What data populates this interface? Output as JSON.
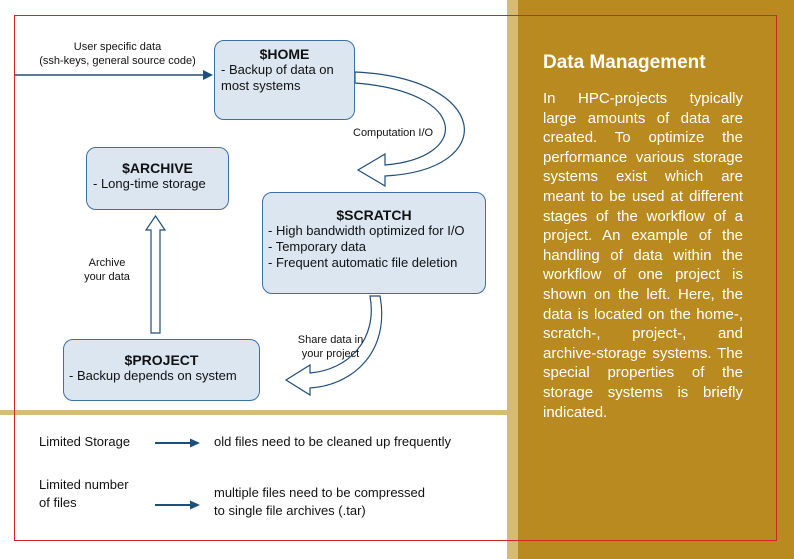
{
  "diagram": {
    "home": {
      "title": "$HOME",
      "lines": [
        "- Backup of data on",
        "most systems"
      ]
    },
    "scratch": {
      "title": "$SCRATCH",
      "lines": [
        "- High bandwidth optimized for I/O",
        "- Temporary data",
        "- Frequent automatic file deletion"
      ]
    },
    "archive": {
      "title": "$ARCHIVE",
      "lines": [
        "- Long-time storage"
      ]
    },
    "project": {
      "title": "$PROJECT",
      "lines": [
        "- Backup depends on system"
      ]
    },
    "labels": {
      "user_data": [
        "User specific data",
        "(ssh-keys, general source code)"
      ],
      "computation": "Computation I/O",
      "archive_data": [
        "Archive",
        "your data"
      ],
      "share_data": [
        "Share data in",
        "your project"
      ]
    }
  },
  "legend": {
    "row1": {
      "label": "Limited Storage",
      "text": "old files need to be cleaned up frequently"
    },
    "row2": {
      "label": [
        "Limited number",
        "of files"
      ],
      "text": [
        "multiple files need to be compressed",
        "to single file archives (.tar)"
      ]
    }
  },
  "sidebar": {
    "title": "Data Management",
    "body": "In HPC-projects typically large amounts of data are created. To optimize the performance various storage systems exist which are meant to be used at different stages of the workflow of a project. An example of the handling of data within the workflow of one project is shown on the left. Here, the data is located on the home-, scratch-, project-, and archive-storage systems. The special properties of the storage systems is briefly indicated."
  },
  "colors": {
    "box_fill": "#dbe6f1",
    "box_border": "#3f6fa3",
    "sidebar": "#b98a1f",
    "accent_line": "#d7bd79",
    "frame": "#d2232a",
    "arrow": "#1f4e79"
  }
}
